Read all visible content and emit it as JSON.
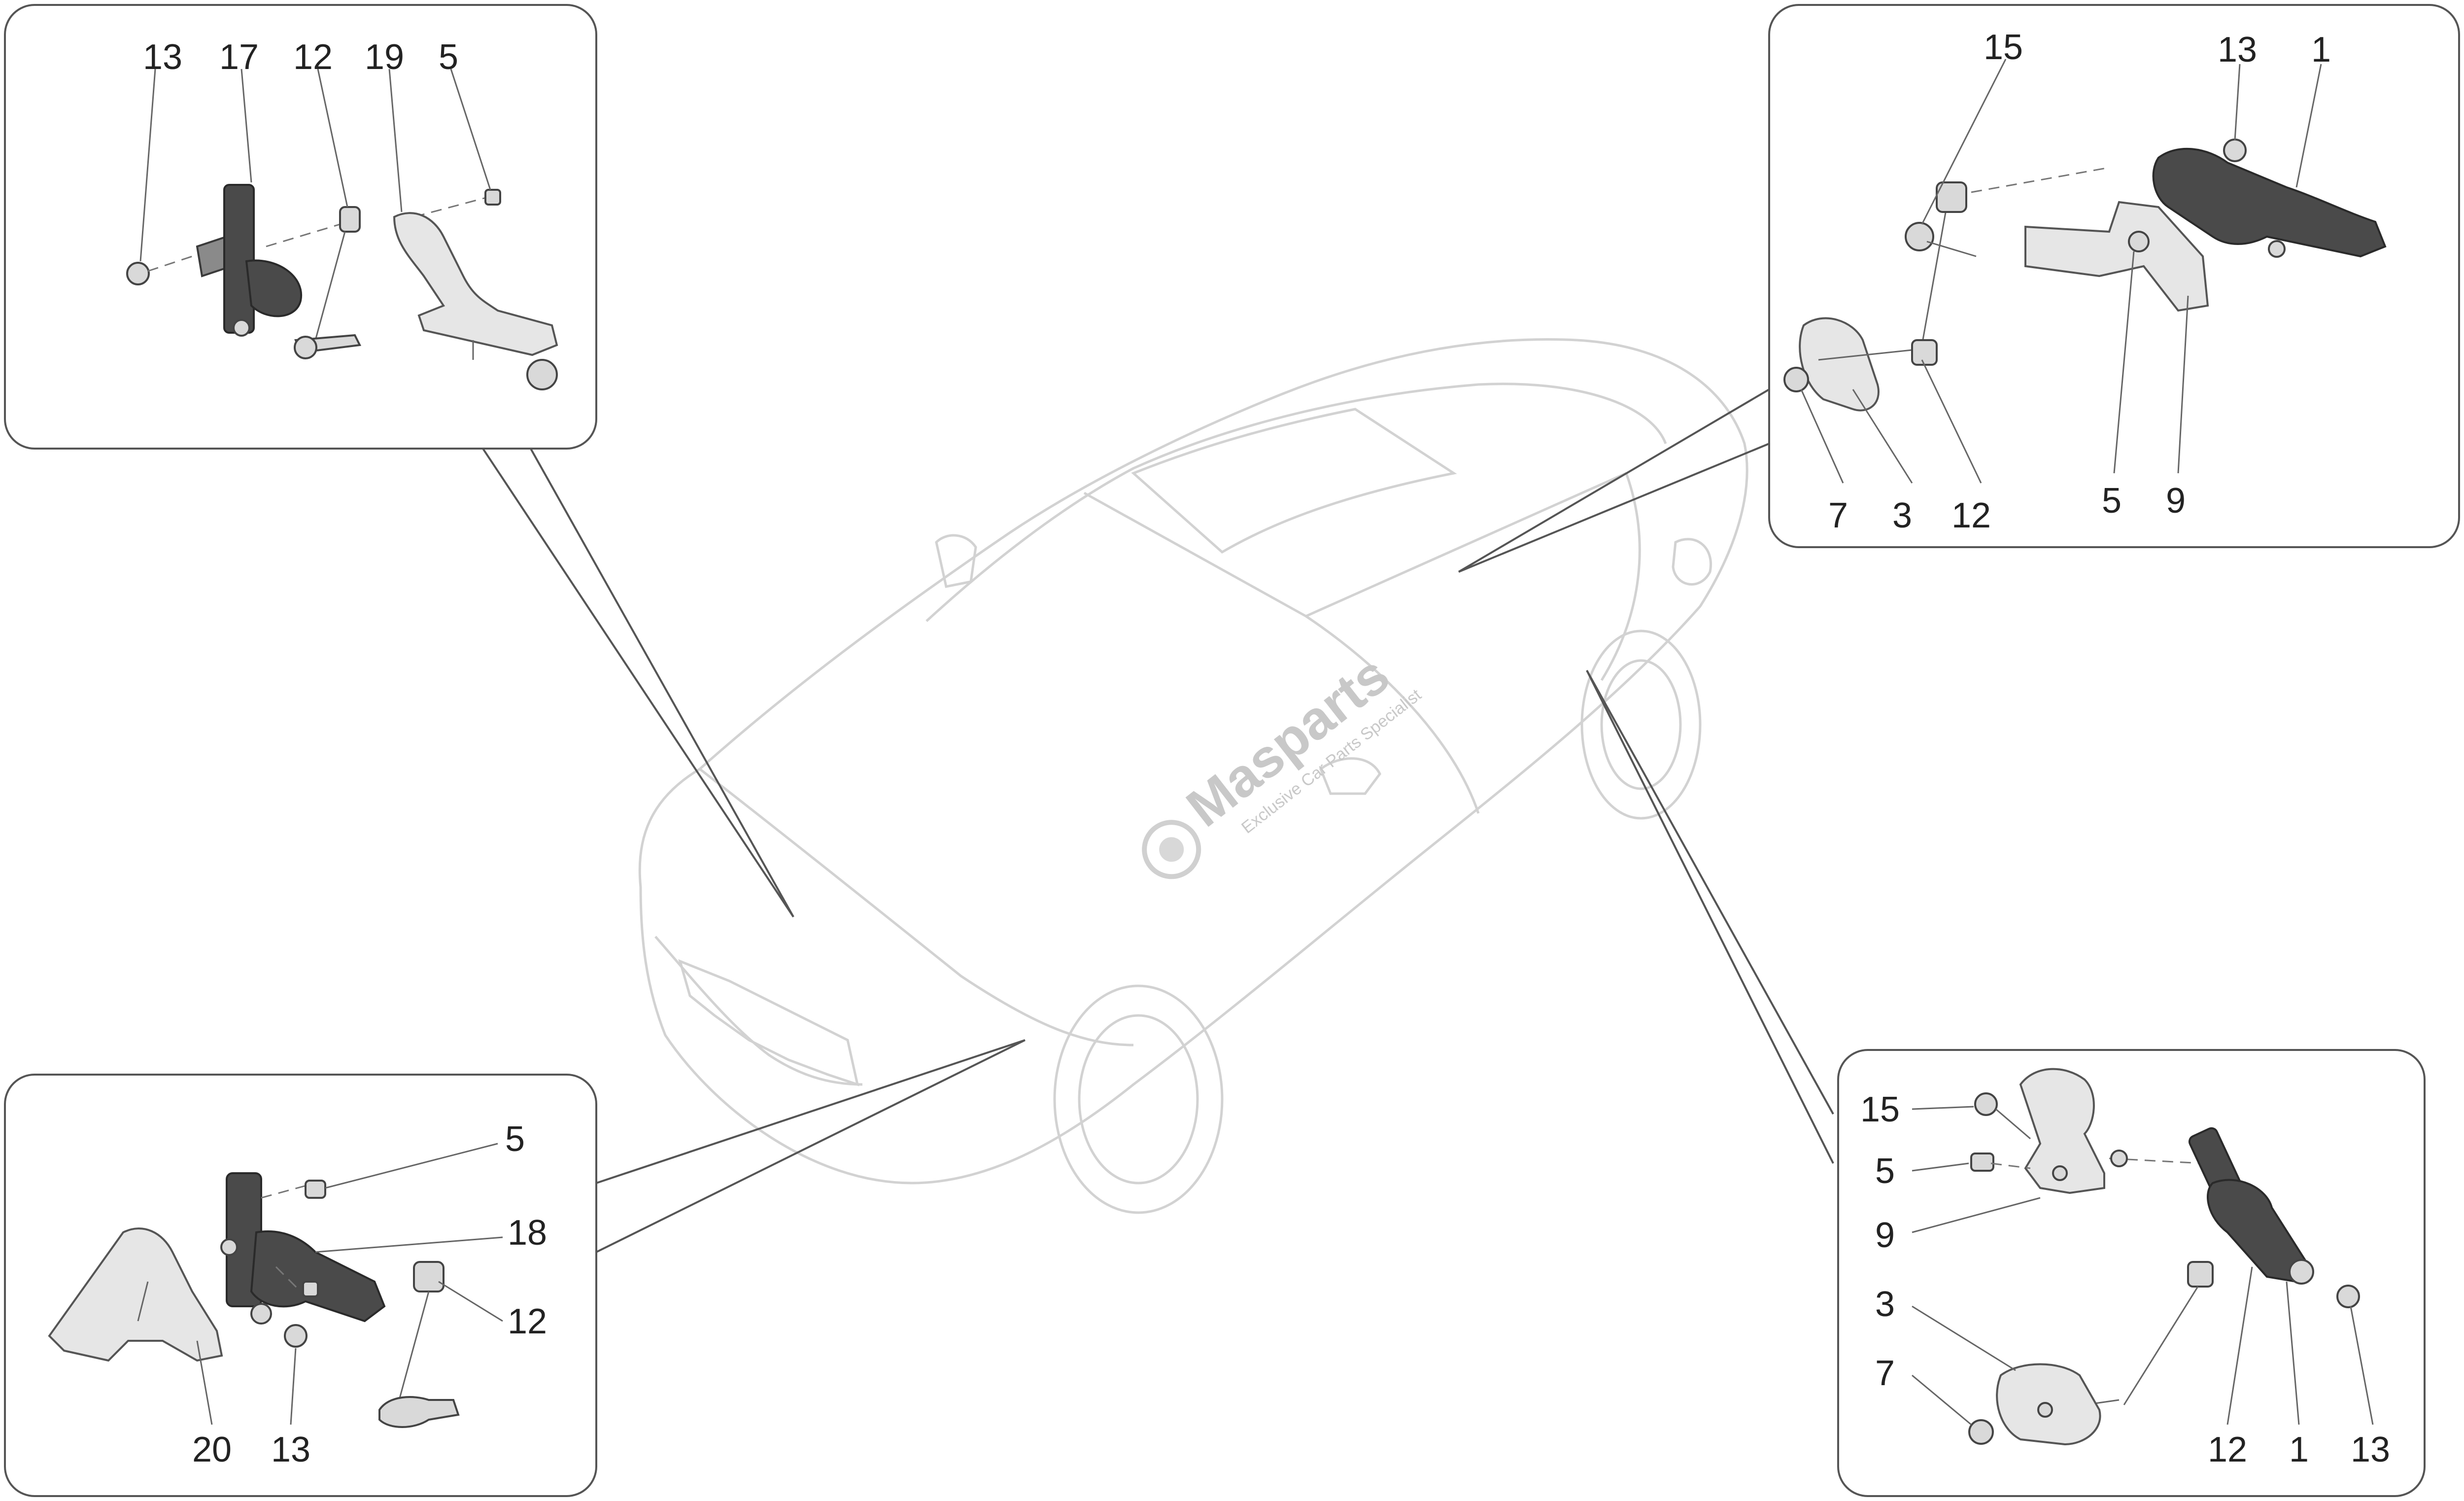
{
  "watermark": {
    "brand": "Masparts",
    "tagline": "Exclusive Car Parts Specialist"
  },
  "panels": {
    "top_left": {
      "labels": [
        "13",
        "17",
        "12",
        "19",
        "5"
      ]
    },
    "top_right": {
      "labels": [
        "15",
        "13",
        "1",
        "7",
        "3",
        "12",
        "5",
        "9"
      ]
    },
    "bottom_left": {
      "labels": [
        "5",
        "18",
        "12",
        "20",
        "13"
      ]
    },
    "bottom_right": {
      "labels": [
        "15",
        "5",
        "9",
        "3",
        "7",
        "12",
        "1",
        "13"
      ]
    }
  }
}
